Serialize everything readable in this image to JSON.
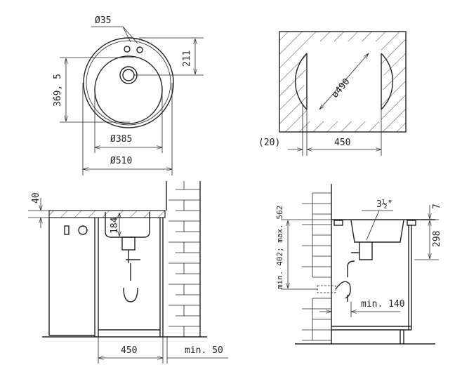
{
  "top_view": {
    "tap_hole_diameter": "Ø35",
    "drain_offset": "211",
    "bowl_depth_dim": "369, 5",
    "bowl_diameter": "Ø385",
    "outer_diameter": "Ø510"
  },
  "cutout_view": {
    "cutout_diameter": "ø490",
    "edge_offset": "(20)",
    "cabinet_width": "450"
  },
  "side_view_left": {
    "worktop_thickness": "40",
    "bowl_height": "184",
    "cabinet_width": "450",
    "wall_gap": "min. 50"
  },
  "side_view_right": {
    "drain_size": "3½\"",
    "rim_height": "7",
    "bowl_depth": "298",
    "outlet_height": "min. 402; max. 562",
    "trap_distance": "min. 140"
  },
  "colors": {
    "line": "#222222",
    "background": "#ffffff"
  }
}
